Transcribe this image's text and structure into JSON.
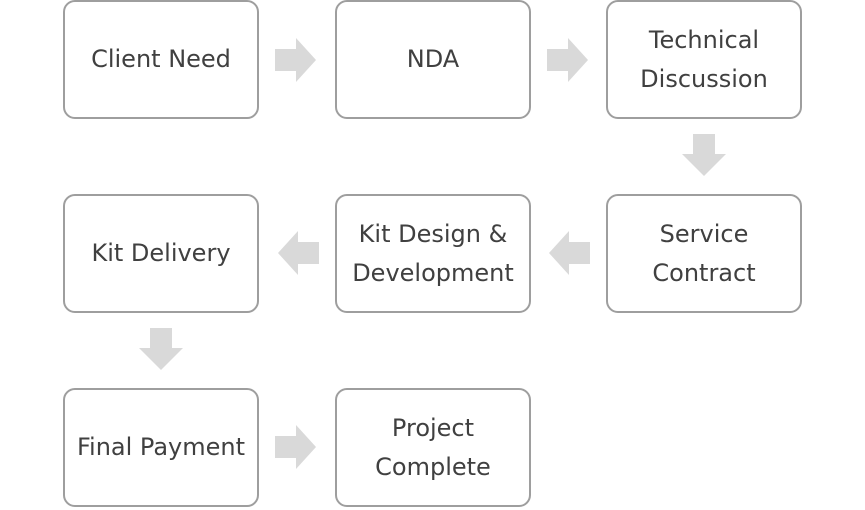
{
  "flow": {
    "steps": [
      {
        "label": "Client Need"
      },
      {
        "label": "NDA"
      },
      {
        "label": "Technical\nDiscussion"
      },
      {
        "label": "Service\nContract"
      },
      {
        "label": "Kit Design &\nDevelopment"
      },
      {
        "label": "Kit Delivery"
      },
      {
        "label": "Final Payment"
      },
      {
        "label": "Project\nComplete"
      }
    ],
    "arrows": [
      {
        "from": "Client Need",
        "to": "NDA",
        "direction": "right"
      },
      {
        "from": "NDA",
        "to": "Technical Discussion",
        "direction": "right"
      },
      {
        "from": "Technical Discussion",
        "to": "Service Contract",
        "direction": "down"
      },
      {
        "from": "Service Contract",
        "to": "Kit Design & Development",
        "direction": "left"
      },
      {
        "from": "Kit Design & Development",
        "to": "Kit Delivery",
        "direction": "left"
      },
      {
        "from": "Kit Delivery",
        "to": "Final Payment",
        "direction": "down"
      },
      {
        "from": "Final Payment",
        "to": "Project Complete",
        "direction": "right"
      }
    ]
  },
  "colors": {
    "box_border": "#9e9e9e",
    "text": "#404040",
    "arrow": "#d9d9d9"
  }
}
